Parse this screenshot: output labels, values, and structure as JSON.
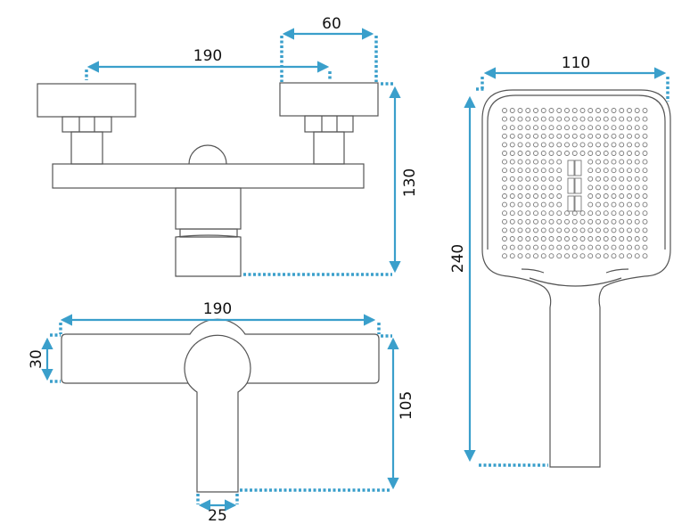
{
  "dimensions": {
    "top_view": {
      "width_centers": "190",
      "knob_width": "60",
      "height": "130"
    },
    "front_view": {
      "width": "190",
      "bar_height": "30",
      "height": "105",
      "stem_width": "25"
    },
    "shower_head": {
      "width": "110",
      "length": "240"
    }
  },
  "colors": {
    "dimension": "#3a9fcb",
    "outline": "#555555"
  },
  "shower_head_grid": {
    "columns": 19,
    "rows": 18
  }
}
